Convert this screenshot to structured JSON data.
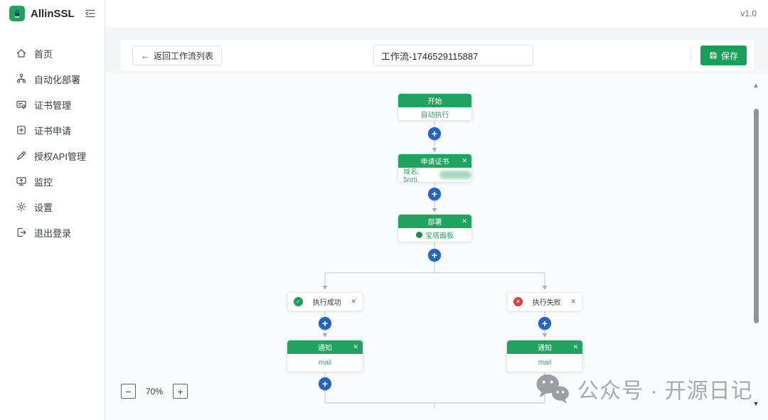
{
  "app": {
    "name": "AllinSSL",
    "version": "v1.0"
  },
  "icons": {
    "back_arrow": "←",
    "close": "✕",
    "plus": "+",
    "check": "✓",
    "cross": "✕",
    "scroll_up": "▲",
    "scroll_down": "▼"
  },
  "sidebar": {
    "items": [
      {
        "label": "首页",
        "icon": "home-icon"
      },
      {
        "label": "自动化部署",
        "icon": "workflow-icon"
      },
      {
        "label": "证书管理",
        "icon": "certificate-manage-icon"
      },
      {
        "label": "证书申请",
        "icon": "certificate-apply-icon"
      },
      {
        "label": "授权API管理",
        "icon": "api-auth-icon"
      },
      {
        "label": "监控",
        "icon": "monitor-icon"
      },
      {
        "label": "设置",
        "icon": "settings-icon"
      },
      {
        "label": "退出登录",
        "icon": "logout-icon"
      }
    ]
  },
  "toolbar": {
    "back_label": "返回工作流列表",
    "workflow_name": "工作流-1746529115887",
    "save_label": "保存"
  },
  "workflow": {
    "start": {
      "title": "开始",
      "body": "自动执行"
    },
    "apply": {
      "title": "申请证书",
      "body_label": "域名: 5nrtj."
    },
    "deploy": {
      "title": "部署",
      "body": "宝塔面板"
    },
    "branches": [
      {
        "condition": "执行成功",
        "status": "success",
        "notify_title": "通知",
        "notify_body": "mail"
      },
      {
        "condition": "执行失败",
        "status": "fail",
        "notify_title": "通知",
        "notify_body": "mail"
      }
    ]
  },
  "zoom_controls": {
    "minus": "−",
    "level": "70%",
    "plus": "+"
  },
  "watermark": "公众号 · 开源日记",
  "colors": {
    "green": "#18a058",
    "node_header_green": "#1fa35f",
    "plus_blue": "#2563c0",
    "fail_red": "#e23c3c",
    "line_gray": "#c3c7cb",
    "canvas_bg": "#fafbfc",
    "page_bg": "#f3f5f7"
  }
}
